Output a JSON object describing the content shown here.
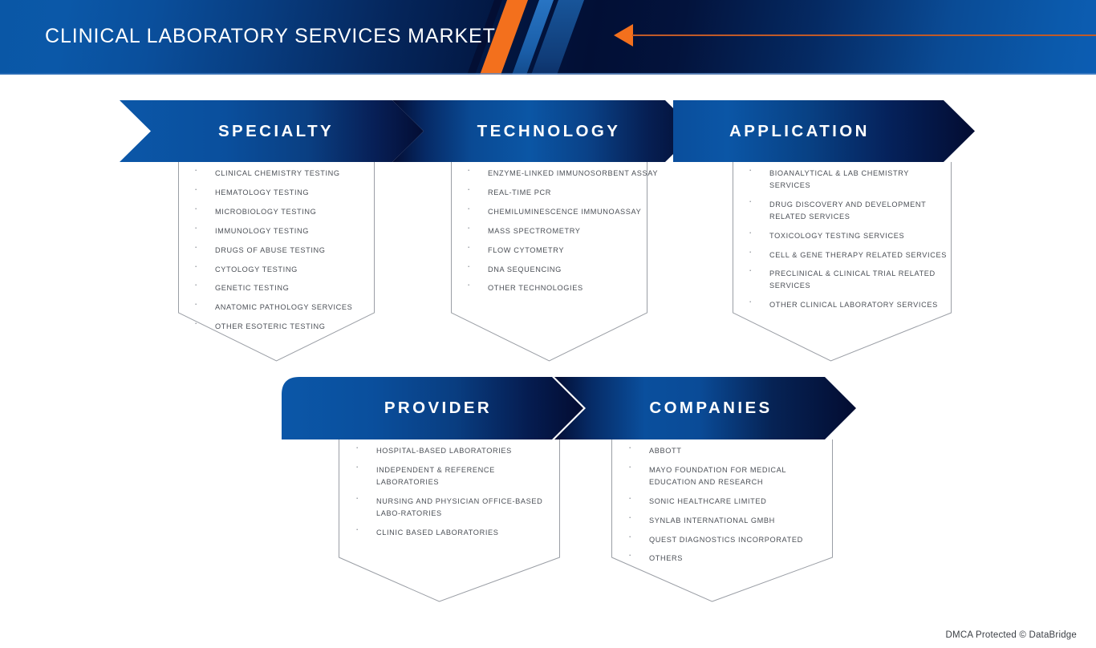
{
  "header": {
    "title": "CLINICAL LABORATORY SERVICES MARKET",
    "accent_orange": "#f3701d",
    "brand_blue": "#0a57a6",
    "brand_navy": "#020f35",
    "arrow_icon": "left-arrow-icon",
    "rule_color": "#c05a28"
  },
  "sections": [
    {
      "id": "specialty",
      "label": "SPECIALTY",
      "items": [
        "CLINICAL CHEMISTRY TESTING",
        "HEMATOLOGY TESTING",
        "MICROBIOLOGY TESTING",
        "IMMUNOLOGY TESTING",
        "DRUGS OF ABUSE TESTING",
        "CYTOLOGY TESTING",
        "GENETIC TESTING",
        "ANATOMIC PATHOLOGY SERVICES",
        "OTHER ESOTERIC TESTING"
      ]
    },
    {
      "id": "technology",
      "label": "TECHNOLOGY",
      "items": [
        "ENZYME-LINKED IMMUNOSORBENT ASSAY",
        "REAL-TIME PCR",
        "CHEMILUMINESCENCE IMMUNOASSAY",
        "MASS SPECTROMETRY",
        "FLOW CYTOMETRY",
        "DNA SEQUENCING",
        "OTHER TECHNOLOGIES"
      ]
    },
    {
      "id": "application",
      "label": "APPLICATION",
      "items": [
        "BIOANALYTICAL & LAB CHEMISTRY SERVICES",
        "DRUG DISCOVERY AND DEVELOPMENT RELATED SERVICES",
        "TOXICOLOGY TESTING SERVICES",
        "CELL & GENE THERAPY RELATED SERVICES",
        "PRECLINICAL & CLINICAL TRIAL RELATED SERVICES",
        "OTHER CLINICAL LABORATORY SERVICES"
      ]
    },
    {
      "id": "provider",
      "label": "PROVIDER",
      "items": [
        "HOSPITAL-BASED LABORATORIES",
        "INDEPENDENT & REFERENCE LABORATORIES",
        "NURSING AND PHYSICIAN OFFICE-BASED LABO-RATORIES",
        "CLINIC BASED LABORATORIES"
      ]
    },
    {
      "id": "companies",
      "label": "COMPANIES",
      "items": [
        "ABBOTT",
        "MAYO FOUNDATION FOR MEDICAL EDUCATION AND RESEARCH",
        "SONIC HEALTHCARE LIMITED",
        "SYNLAB INTERNATIONAL GMBH",
        "QUEST DIAGNOSTICS INCORPORATED",
        "OTHERS"
      ]
    }
  ],
  "footer": {
    "text": "DMCA Protected © DataBridge"
  }
}
